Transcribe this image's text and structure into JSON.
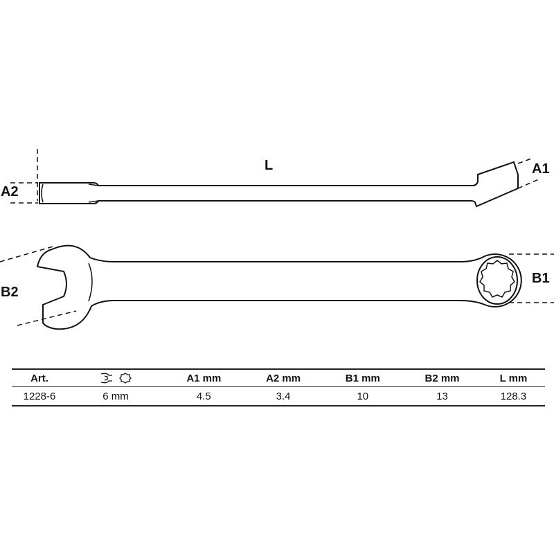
{
  "drawing": {
    "labels": {
      "L": "L",
      "A1": "A1",
      "A2": "A2",
      "B1": "B1",
      "B2": "B2"
    }
  },
  "table": {
    "headers": [
      "Art.",
      "open-end-and-ring-icon",
      "A1  mm",
      "A2  mm",
      "B1  mm",
      "B2  mm",
      "L  mm"
    ],
    "rows": [
      [
        "1228-6",
        "6 mm",
        "4.5",
        "3.4",
        "10",
        "13",
        "128.3"
      ]
    ]
  }
}
